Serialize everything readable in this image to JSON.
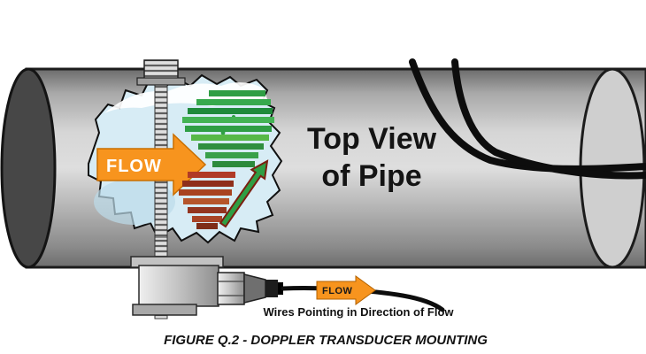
{
  "figure": {
    "caption": "FIGURE Q.2 - DOPPLER TRANSDUCER MOUNTING",
    "labels": {
      "top_view_line1": "Top View",
      "top_view_line2": "of Pipe",
      "flow_main": "FLOW",
      "flow_small": "FLOW",
      "wires_note": "Wires Pointing in Direction of Flow"
    },
    "colors": {
      "flow_arrow_orange": "#F7941E",
      "signal_green": "#2F9E44",
      "signal_red": "#A8431F",
      "water_blue": "#D7ECF5",
      "pipe_gray": "#B5B5B5",
      "cable_black": "#0D0D0D"
    }
  }
}
